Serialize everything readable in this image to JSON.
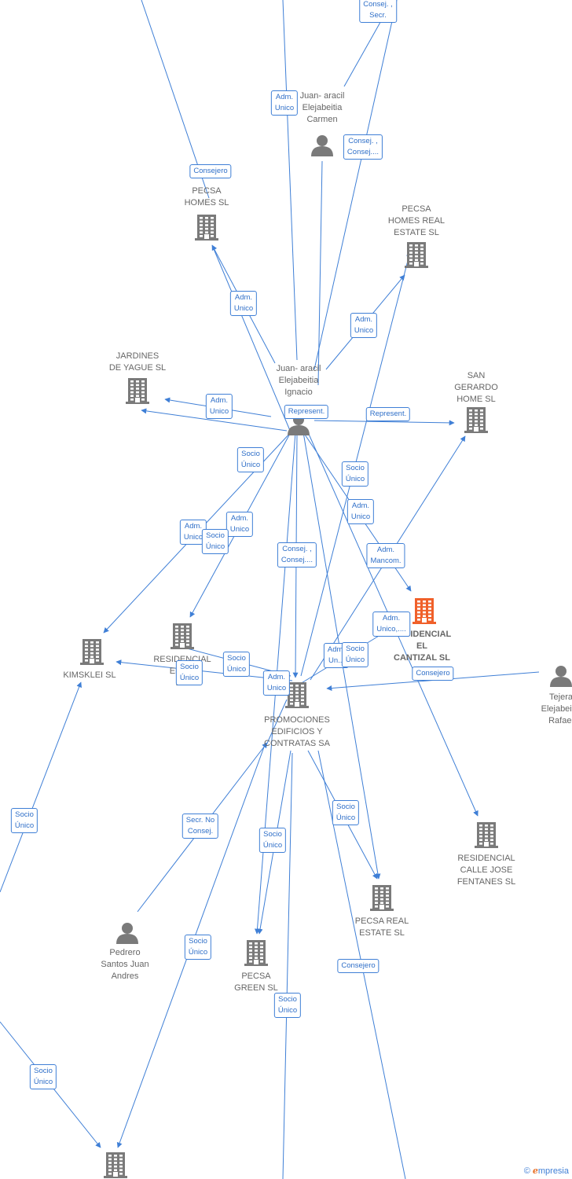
{
  "colors": {
    "edge": "#3f7fd6",
    "company": "#7a7a7a",
    "focus": "#f0602a",
    "person": "#7a7a7a"
  },
  "nodes": [
    {
      "id": "juan_carmen",
      "kind": "person",
      "label": "Juan- aracil\nElejabeitia\nCarmen"
    },
    {
      "id": "pecsa_homes",
      "kind": "company",
      "label": "PECSA\nHOMES SL"
    },
    {
      "id": "pecsa_homes_re",
      "kind": "company",
      "label": "PECSA\nHOMES REAL\nESTATE SL"
    },
    {
      "id": "jardines",
      "kind": "company",
      "label": "JARDINES\nDE YAGUE SL"
    },
    {
      "id": "juan_ignacio",
      "kind": "person",
      "label": "Juan- aracil\nElejabeitia\nIgnacio"
    },
    {
      "id": "san_gerardo",
      "kind": "company",
      "label": "SAN\nGERARDO\nHOME SL"
    },
    {
      "id": "residencial_cantizal",
      "kind": "focus",
      "label": "RESIDENCIAL\nEL\nCANTIZAL SL"
    },
    {
      "id": "kimsklei",
      "kind": "company",
      "label": "KIMSKLEI SL"
    },
    {
      "id": "residencial_b",
      "kind": "company",
      "label": "RESIDENCIAL\nEL B...\nD..."
    },
    {
      "id": "tejera",
      "kind": "person",
      "label": "Tejera\nElejabeitia\nRafael"
    },
    {
      "id": "promociones",
      "kind": "company",
      "label": "PROMOCIONES\nEDIFICIOS Y\nCONTRATAS SA"
    },
    {
      "id": "residencial_calle",
      "kind": "company",
      "label": "RESIDENCIAL\nCALLE JOSE\nFENTANES SL"
    },
    {
      "id": "pecsa_re",
      "kind": "company",
      "label": "PECSA REAL\nESTATE SL"
    },
    {
      "id": "pedrero",
      "kind": "person",
      "label": "Pedrero\nSantos Juan\nAndres"
    },
    {
      "id": "pecsa_green",
      "kind": "company",
      "label": "PECSA\nGREEN SL"
    },
    {
      "id": "bottom_company",
      "kind": "company",
      "label": ""
    }
  ],
  "tags": [
    {
      "label": "Consej. ,\nSecr."
    },
    {
      "label": "Adm.\nUnico"
    },
    {
      "label": "Consej. ,\nConsej...."
    },
    {
      "label": "Consejero"
    },
    {
      "label": "Adm.\nUnico"
    },
    {
      "label": "Adm.\nUnico"
    },
    {
      "label": "Adm.\nUnico"
    },
    {
      "label": "Represent."
    },
    {
      "label": "Represent."
    },
    {
      "label": "Socio\nÚnico"
    },
    {
      "label": "Socio\nÚnico"
    },
    {
      "label": "Adm.\nUnico"
    },
    {
      "label": "Adm.\nUnico"
    },
    {
      "label": "Adm.\nUnico"
    },
    {
      "label": "Socio\nÚnico"
    },
    {
      "label": "Consej. ,\nConsej...."
    },
    {
      "label": "Adm.\nMancom."
    },
    {
      "label": "Adm.\nUnico,...."
    },
    {
      "label": "Adm.\nUn..."
    },
    {
      "label": "Socio\nÚnico"
    },
    {
      "label": "Consejero"
    },
    {
      "label": "Socio\nÚnico"
    },
    {
      "label": "Socio\nÚnico"
    },
    {
      "label": "Adm.\nUnico"
    },
    {
      "label": "Socio\nÚnico"
    },
    {
      "label": "Secr. No\nConsej."
    },
    {
      "label": "Socio\nÚnico"
    },
    {
      "label": "Socio\nÚnico"
    },
    {
      "label": "Socio\nÚnico"
    },
    {
      "label": "Consejero"
    },
    {
      "label": "Socio\nÚnico"
    },
    {
      "label": "Socio\nÚnico"
    }
  ],
  "footer": {
    "copyright": "©",
    "brand_initial": "e",
    "brand_rest": "mpresia"
  }
}
